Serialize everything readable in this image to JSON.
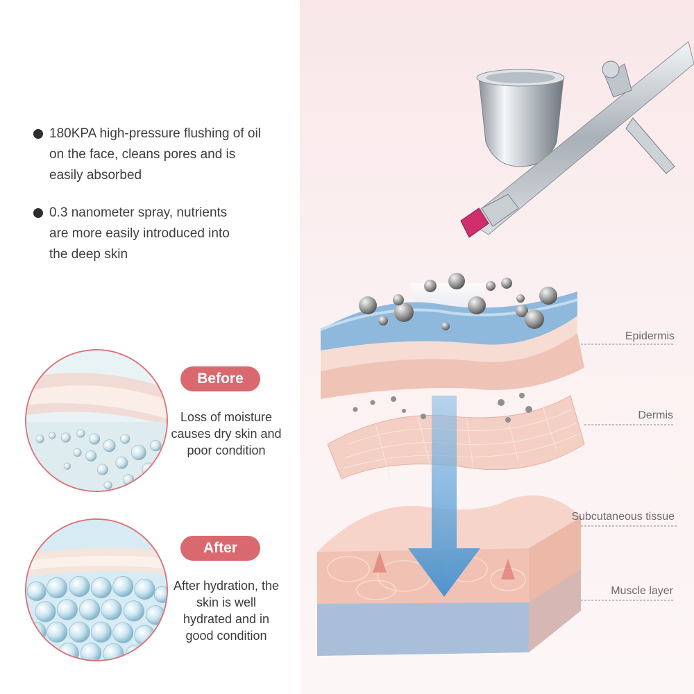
{
  "features": [
    {
      "text": "180KPA high-pressure flushing of oil on the face, cleans pores and is easily absorbed"
    },
    {
      "text": "0.3 nanometer spray, nutrients are more easily introduced into the deep skin"
    }
  ],
  "comparison": {
    "before": {
      "label": "Before",
      "caption": "Loss of moisture causes dry skin and poor condition"
    },
    "after": {
      "label": "After",
      "caption": "After hydration, the skin is well hydrated and in good condition"
    }
  },
  "skin_layers": {
    "epidermis": "Epidermis",
    "dermis": "Dermis",
    "subcutaneous": "Subcutaneous tissue",
    "muscle": "Muscle layer"
  },
  "colors": {
    "accent": "#d9686f",
    "background_right": "#f9e7e9",
    "text": "#3a3a3a"
  }
}
